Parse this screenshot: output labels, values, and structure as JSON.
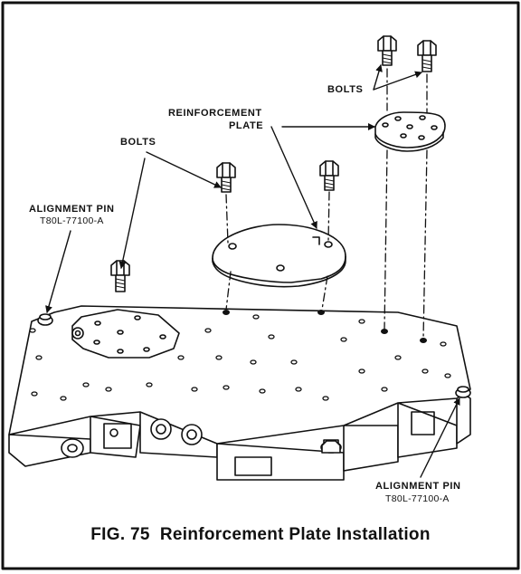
{
  "labels": {
    "bolts_top": "BOLTS",
    "reinforcement_plate_line1": "REINFORCEMENT",
    "reinforcement_plate_line2": "PLATE",
    "bolts_left": "BOLTS",
    "alignment_pin_left_line1": "ALIGNMENT PIN",
    "alignment_pin_left_line2": "T80L-77100-A",
    "alignment_pin_right_line1": "ALIGNMENT PIN",
    "alignment_pin_right_line2": "T80L-77100-A"
  },
  "caption": "FIG. 75  Reinforcement Plate Installation",
  "colors": {
    "ink": "#111111",
    "paper": "#ffffff"
  }
}
